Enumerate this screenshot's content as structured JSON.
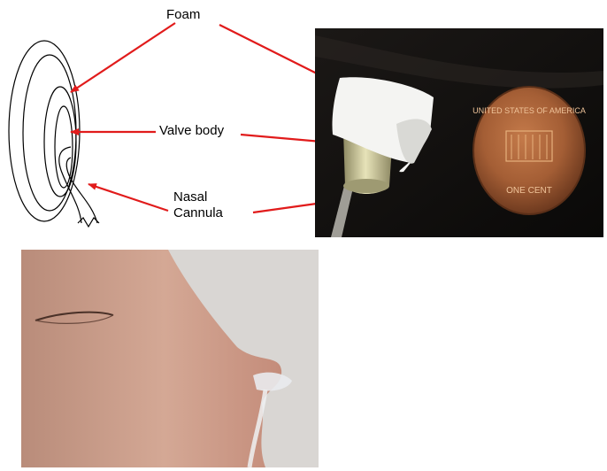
{
  "labels": {
    "foam": "Foam",
    "valve_body": "Valve body",
    "nasal": "Nasal",
    "cannula": "Cannula"
  },
  "coin": {
    "top_text": "UNITED STATES OF AMERICA",
    "bottom_text": "ONE CENT"
  },
  "colors": {
    "arrow": "#e11b1b",
    "photo_background": "#0e0c0b",
    "foam": "#f4f4f2",
    "penny": "#a45e35",
    "skin": "#c79a86"
  }
}
